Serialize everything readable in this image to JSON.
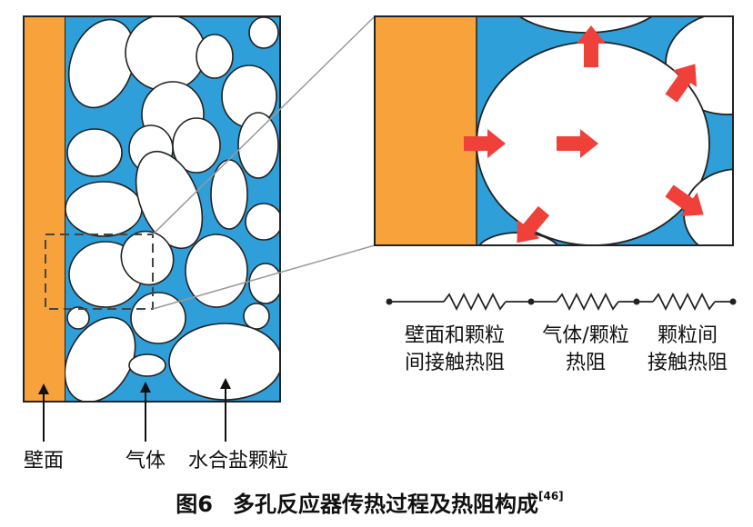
{
  "labels": {
    "wall": "壁面",
    "gas": "气体",
    "particle": "水合盐颗粒"
  },
  "resistances": [
    {
      "line1": "壁面和颗粒",
      "line2": "间接触热阻"
    },
    {
      "line1": "气体/颗粒",
      "line2": "热阻"
    },
    {
      "line1": "颗粒间",
      "line2": "接触热阻"
    }
  ],
  "caption": {
    "figure": "图6",
    "title": "多孔反应器传热过程及热阻构成",
    "ref": "[46]"
  },
  "colors": {
    "wall": "#F7A23B",
    "gas": "#2E9FD9",
    "particle": "#FFFFFF",
    "arrow": "#F0403A",
    "outline": "#222222"
  }
}
